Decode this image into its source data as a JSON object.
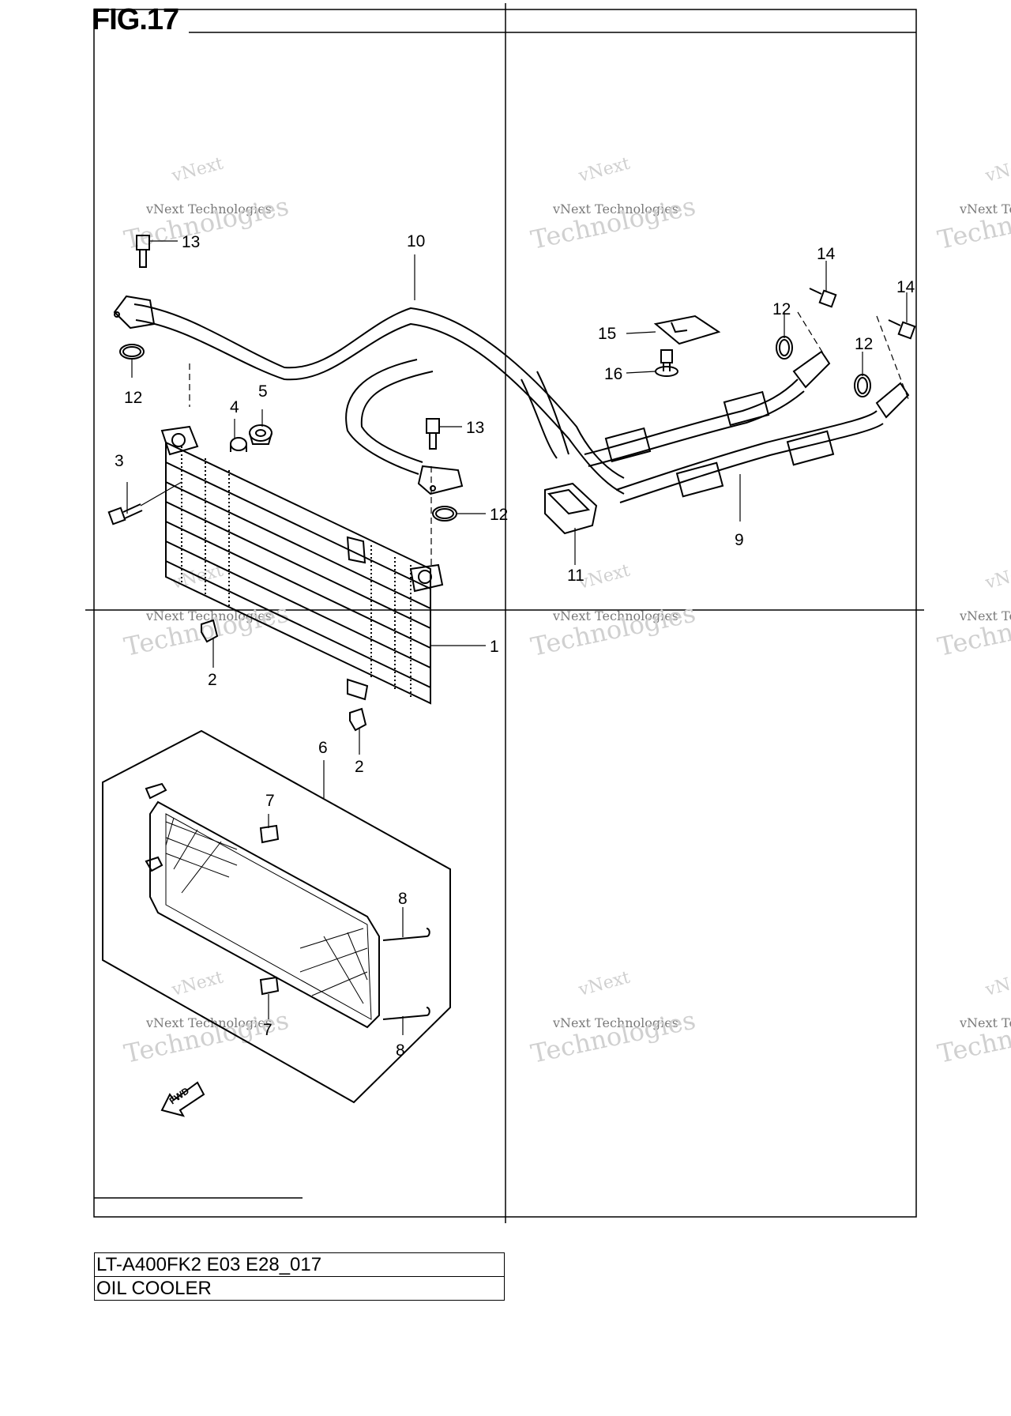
{
  "figure": {
    "title": "FIG.17"
  },
  "watermark": {
    "line1": "vNext",
    "line2": "vNext Technologies",
    "line3": "Technologies"
  },
  "fwd_label": "FWD",
  "callouts": {
    "c1": "1",
    "c2a": "2",
    "c2b": "2",
    "c3": "3",
    "c4": "4",
    "c5": "5",
    "c6": "6",
    "c7a": "7",
    "c7b": "7",
    "c8a": "8",
    "c8b": "8",
    "c9": "9",
    "c10": "10",
    "c11": "11",
    "c12a": "12",
    "c12b": "12",
    "c12c": "12",
    "c12d": "12",
    "c13a": "13",
    "c13b": "13",
    "c14a": "14",
    "c14b": "14",
    "c15": "15",
    "c16": "16"
  },
  "info": {
    "code": "LT-A400FK2 E03 E28_017",
    "name": "OIL COOLER"
  },
  "colors": {
    "line": "#000000",
    "watermark": "#d0d0d0",
    "background": "#ffffff"
  }
}
